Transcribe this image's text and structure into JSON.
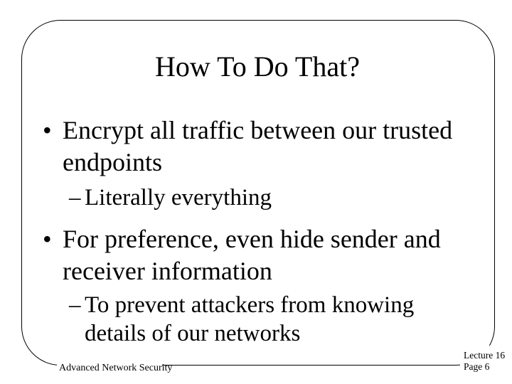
{
  "slide": {
    "title": "How To Do That?",
    "bullets": [
      {
        "level": 1,
        "marker": "•",
        "lines": [
          "Encrypt all traffic between our trusted",
          "endpoints"
        ]
      },
      {
        "level": 2,
        "marker": "–",
        "lines": [
          "Literally everything"
        ]
      },
      {
        "level": 1,
        "marker": "•",
        "lines": [
          "For preference, even hide sender and",
          "receiver information"
        ]
      },
      {
        "level": 2,
        "marker": "–",
        "lines": [
          "To prevent attackers from knowing",
          "details of our networks"
        ]
      }
    ],
    "footer": {
      "course": "Advanced Network Security",
      "lecture": "Lecture 16",
      "page": "Page 6"
    },
    "colors": {
      "text": "#000000",
      "background": "#ffffff",
      "border": "#000000"
    }
  }
}
